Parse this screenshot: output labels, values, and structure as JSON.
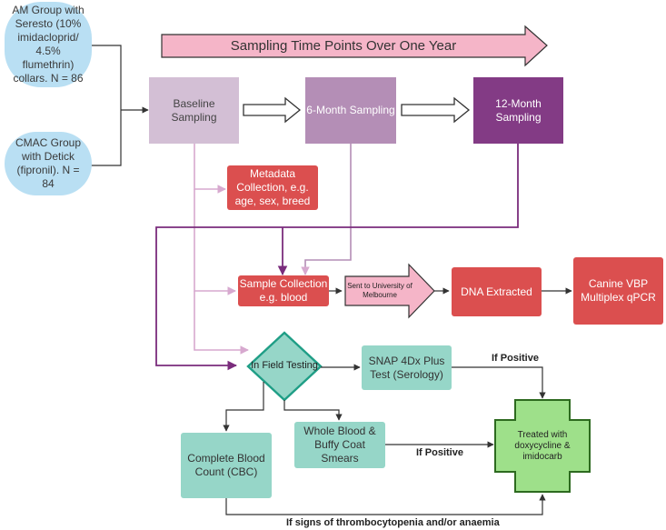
{
  "groups": {
    "am": "AM Group with Seresto (10% imidacloprid/ 4.5% flumethrin) collars. N = 86",
    "cmac": "CMAC Group with Detick (fipronil). N = 84"
  },
  "timeline": {
    "label": "Sampling Time Points Over One Year"
  },
  "sampling": {
    "baseline": "Baseline Sampling",
    "six_month": "6-Month Sampling",
    "twelve_month": "12-Month Sampling"
  },
  "metadata": "Metadata Collection, e.g. age, sex, breed",
  "sample_collection": "Sample Collection e.g. blood",
  "sent_to": "Sent to University of Melbourne",
  "dna_extracted": "DNA Extracted",
  "qpcr": "Canine VBP Multiplex qPCR",
  "in_field_testing": "In Field Testing",
  "snap": "SNAP 4Dx Plus Test (Serology)",
  "whole_blood": "Whole Blood & Buffy Coat Smears",
  "cbc": "Complete Blood Count (CBC)",
  "treated": "Treated with doxycycline & imidocarb",
  "labels": {
    "if_positive_1": "If Positive",
    "if_positive_2": "If Positive",
    "if_signs": "If signs of thrombocytopenia and/or anaemia"
  },
  "colors": {
    "group_blue": "#b9dff3",
    "timeline_pink": "#f5b5c8",
    "baseline": "#d3bfd5",
    "six_month": "#b48eb6",
    "twelve_month": "#833b85",
    "red": "#db4f4f",
    "teal": "#96d6c8",
    "green": "#9ee08a",
    "purple_line": "#7a2c7c",
    "pink_line": "#d7a9cf"
  }
}
